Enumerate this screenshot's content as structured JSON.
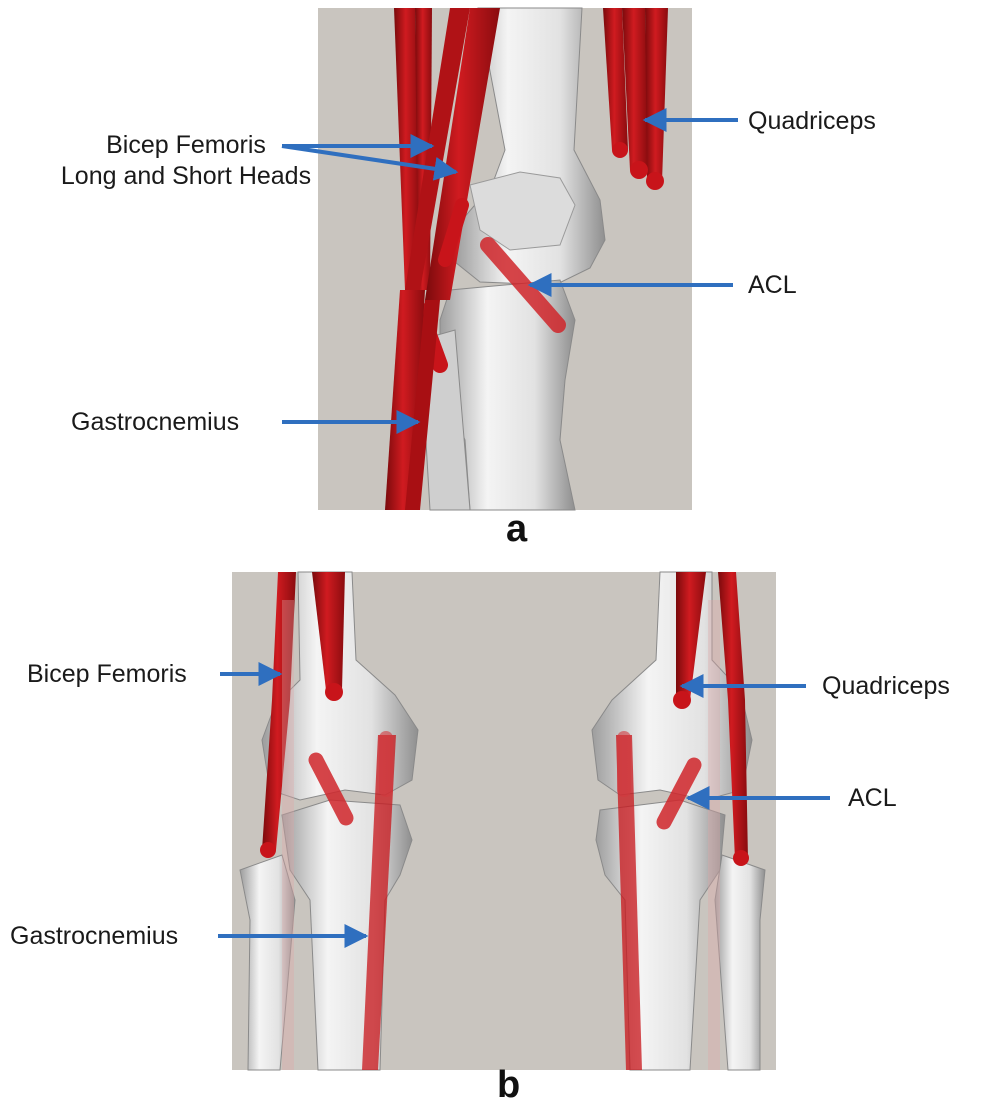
{
  "panel_a": {
    "letter": "a",
    "labels": {
      "bicep_line1": "Bicep Femoris",
      "bicep_line2": "Long and Short Heads",
      "quadriceps": "Quadriceps",
      "acl": "ACL",
      "gastrocnemius": "Gastrocnemius"
    }
  },
  "panel_b": {
    "letter": "b",
    "labels": {
      "bicep": "Bicep Femoris",
      "quadriceps": "Quadriceps",
      "acl": "ACL",
      "gastrocnemius": "Gastrocnemius"
    }
  },
  "colors": {
    "arrow": "#2f6fbf",
    "muscle": "#c8141a",
    "bone": "#e9e9e9",
    "background_panel": "#c9c5bf"
  }
}
